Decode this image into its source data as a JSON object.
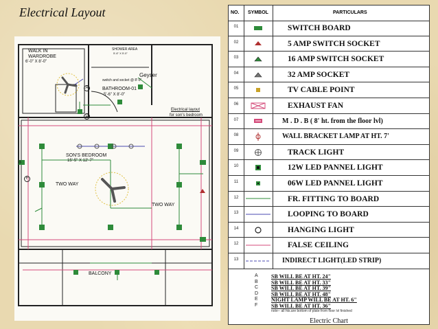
{
  "title": "Electrical Layout",
  "plan": {
    "walk_in": "WALK IN",
    "wardrobe": "WARDROBE",
    "wardrobe_size": "6'-0\" X 8'-0\"",
    "shower_area": "SHOWER AREA",
    "shower_size": "5'-6\" X 5'-0\"",
    "geyser": "Geyser",
    "switch_socket_note": "switch and socket @ 8'-0\"",
    "bathroom": "BATHROOM-01",
    "bathroom_size": "5'-6\" X 8'-0\"",
    "note_line1": "Electrical layout",
    "note_line2": "for son's bedroom",
    "bedroom": "SON'S BEDROOM",
    "bedroom_size": "15'-5\" X 12'-7\"",
    "two_way_1": "TWO WAY",
    "two_way_2": "TWO WAY",
    "balcony": "BALCONY",
    "letter_a": "A",
    "letter_b": "B",
    "letter_d": "D",
    "letter_f": "F"
  },
  "chart": {
    "col_no": "NO.",
    "col_symbol": "SYMBOL",
    "col_particulars": "PARTICULARS",
    "rows": [
      {
        "no": "01",
        "icon": "switch-board-icon",
        "text": "SWITCH BOARD"
      },
      {
        "no": "02",
        "icon": "5amp-socket-icon",
        "text": "5 AMP SWITCH SOCKET"
      },
      {
        "no": "03",
        "icon": "16amp-socket-icon",
        "text": "16 AMP SWITCH SOCKET"
      },
      {
        "no": "04",
        "icon": "32amp-socket-icon",
        "text": "32 AMP SOCKET"
      },
      {
        "no": "05",
        "icon": "tv-cable-icon",
        "text": "TV CABLE POINT"
      },
      {
        "no": "06",
        "icon": "exhaust-fan-icon",
        "text": "EXHAUST FAN"
      },
      {
        "no": "07",
        "icon": "mdb-icon",
        "text": "M . D . B ( 8' ht. from the floor lvl)"
      },
      {
        "no": "08",
        "icon": "wall-lamp-icon",
        "text": "WALL BRACKET LAMP AT HT. 7'"
      },
      {
        "no": "09",
        "icon": "track-light-icon",
        "text": "TRACK LIGHT"
      },
      {
        "no": "10",
        "icon": "12w-led-icon",
        "text": "12W LED PANNEL LIGHT"
      },
      {
        "no": "11",
        "icon": "06w-led-icon",
        "text": "06W LED PANNEL LIGHT"
      },
      {
        "no": "12",
        "icon": "fr-fitting-line-icon",
        "text": "FR. FITTING TO BOARD"
      },
      {
        "no": "13",
        "icon": "looping-line-icon",
        "text": "LOOPING TO BOARD"
      },
      {
        "no": "14",
        "icon": "hanging-light-icon",
        "text": "HANGING LIGHT"
      },
      {
        "no": "12",
        "icon": "false-ceiling-line-icon",
        "text": "FALSE CEILING"
      },
      {
        "no": "13",
        "icon": "led-strip-line-icon",
        "text": "INDIRECT LIGHT(LED STRIP)"
      }
    ],
    "notes": [
      {
        "letter": "A",
        "text": "SB WILL BE AT HT. 24\""
      },
      {
        "letter": "B",
        "text": "SB WILL BE AT HT. 33\""
      },
      {
        "letter": "C",
        "text": "SB WILL BE AT HT. 39\""
      },
      {
        "letter": "D",
        "text": "SB WILL BE AT HT. 48\""
      },
      {
        "letter": "E",
        "text": "NIGHT LAMP WILL BE AT HT. 6\""
      },
      {
        "letter": "F",
        "text": "SB WILL BE AT HT. 36\""
      }
    ],
    "tiny_note": "note-- all hts.are bottom of plate from floor lvl finished",
    "footer": "Electric Chart"
  },
  "colors": {
    "wall": "#222222",
    "pink": "#d44a7a",
    "green": "#2e8b3a",
    "blue": "#4a4ab0"
  }
}
